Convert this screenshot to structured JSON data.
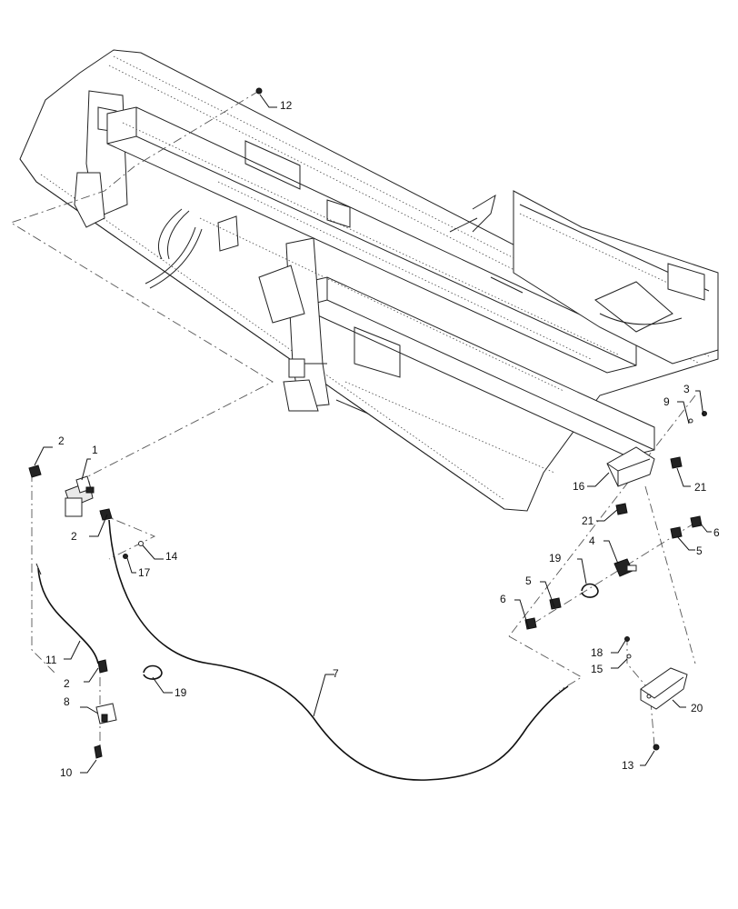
{
  "callouts": {
    "c1": "1",
    "c2a": "2",
    "c2b": "2",
    "c2c": "2",
    "c3": "3",
    "c4": "4",
    "c5a": "5",
    "c5b": "5",
    "c6a": "6",
    "c6b": "6",
    "c7": "7",
    "c8": "8",
    "c9": "9",
    "c10": "10",
    "c11": "11",
    "c12": "12",
    "c13": "13",
    "c14": "14",
    "c15": "15",
    "c16": "16",
    "c17": "17",
    "c18": "18",
    "c19a": "19",
    "c19b": "19",
    "c20": "20",
    "c21a": "21",
    "c21b": "21"
  }
}
